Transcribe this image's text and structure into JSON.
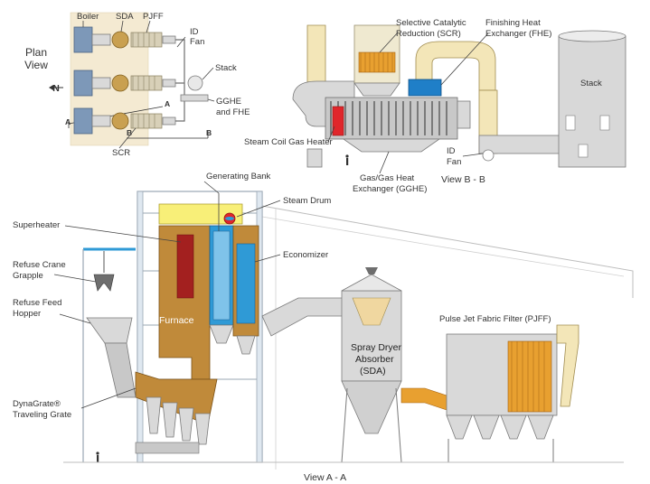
{
  "plan_view": {
    "title_line1": "Plan",
    "title_line2": "View",
    "north": "N",
    "boiler": "Boiler",
    "sda": "SDA",
    "pjff": "PJFF",
    "id_fan_line1": "ID",
    "id_fan_line2": "Fan",
    "stack": "Stack",
    "gghe_line1": "GGHE",
    "gghe_line2": "and FHE",
    "scr": "SCR",
    "section_a1": "A",
    "section_a2": "A",
    "section_b1": "B",
    "section_b2": "B"
  },
  "view_b": {
    "scr_line1": "Selective Catalytic",
    "scr_line2": "Reduction (SCR)",
    "fhe_line1": "Finishing Heat",
    "fhe_line2": "Exchanger (FHE)",
    "stack": "Stack",
    "steam_coil": "Steam Coil Gas Heater",
    "id_fan_line1": "ID",
    "id_fan_line2": "Fan",
    "gghe_line1": "Gas/Gas Heat",
    "gghe_line2": "Exchanger (GGHE)",
    "caption": "View B - B"
  },
  "view_a": {
    "generating_bank": "Generating Bank",
    "steam_drum": "Steam Drum",
    "superheater": "Superheater",
    "economizer": "Economizer",
    "crane_line1": "Refuse Crane",
    "crane_line2": "Grapple",
    "feed_line1": "Refuse Feed",
    "feed_line2": "Hopper",
    "furnace": "Furnace",
    "sda_line1": "Spray Dryer",
    "sda_line2": "Absorber",
    "sda_line3": "(SDA)",
    "pjff": "Pulse Jet Fabric Filter (PJFF)",
    "grate_line1": "DynaGrate®",
    "grate_line2": "Traveling Grate",
    "caption": "View A - A"
  },
  "colors": {
    "furnace": "#c08a3a",
    "refractory_red": "#a3201f",
    "economizer_blue": "#2f9ad6",
    "fhe_blue": "#1f7fc8",
    "steam_coil_red": "#e0262b",
    "catalyst_orange": "#e8a030",
    "duct_grey": "#d9d9d9",
    "hot_duct_yellow": "#f3e6b8",
    "feedwater_yellow": "#f8ef78",
    "fan_green": "#3aa05a",
    "steel_blue": "#9aa7b3"
  },
  "icons": [
    "north-arrow-icon",
    "fan-icon",
    "person-scale-icon",
    "grapple-icon"
  ]
}
